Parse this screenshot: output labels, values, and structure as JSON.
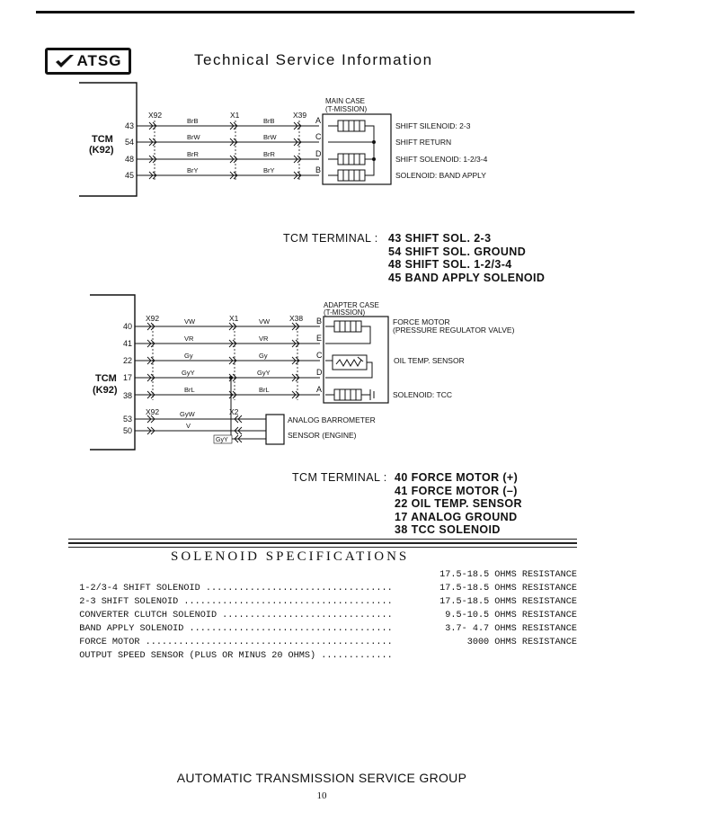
{
  "header": {
    "logo_text": "ATSG",
    "title": "Technical Service Information"
  },
  "diagram1": {
    "tcm_line1": "TCM",
    "tcm_line2": "(K92)",
    "connectors": [
      "X92",
      "X1",
      "X39"
    ],
    "case_label1": "MAIN CASE",
    "case_label2": "(T-MISSION)",
    "rows": [
      {
        "pin": "43",
        "wire": "BrB",
        "letter": "A",
        "desc": "SHIFT SILENOID: 2-3"
      },
      {
        "pin": "54",
        "wire": "BrW",
        "letter": "C",
        "desc": "SHIFT RETURN"
      },
      {
        "pin": "48",
        "wire": "BrR",
        "letter": "D",
        "desc": "SHIFT SOLENOID: 1-2/3-4"
      },
      {
        "pin": "45",
        "wire": "BrY",
        "letter": "B",
        "desc": "SOLENOID: BAND APPLY"
      }
    ]
  },
  "terminal1": {
    "label": "TCM TERMINAL :",
    "lines": [
      "43 SHIFT SOL. 2-3",
      "54 SHIFT SOL. GROUND",
      "48 SHIFT SOL. 1-2/3-4",
      "45 BAND APPLY SOLENOID"
    ]
  },
  "diagram2": {
    "tcm_line1": "TCM",
    "tcm_line2": "(K92)",
    "connectors": [
      "X92",
      "X1",
      "X38"
    ],
    "case_label1": "ADAPTER CASE",
    "case_label2": "(T-MISSION)",
    "rows": [
      {
        "pin": "40",
        "wire": "VW",
        "letter": "B"
      },
      {
        "pin": "41",
        "wire": "VR",
        "letter": "E"
      },
      {
        "pin": "22",
        "wire": "Gy",
        "letter": "C"
      },
      {
        "pin": "17",
        "wire": "GyY",
        "letter": "D"
      },
      {
        "pin": "38",
        "wire": "BrL",
        "letter": "A"
      }
    ],
    "desc_force1": "FORCE MOTOR",
    "desc_force2": "(PRESSURE REGULATOR VALVE)",
    "desc_temp": "OIL TEMP. SENSOR",
    "desc_tcc": "SOLENOID: TCC",
    "baro_connectors": [
      "X92",
      "X2"
    ],
    "baro_rows": [
      {
        "pin": "53",
        "wire": "GyW"
      },
      {
        "pin": "50",
        "wire": "V"
      }
    ],
    "baro_tap_wire": "GyY",
    "baro_label1": "ANALOG BARROMETER",
    "baro_label2": "SENSOR (ENGINE)"
  },
  "terminal2": {
    "label": "TCM TERMINAL :",
    "lines": [
      "40 FORCE MOTOR (+)",
      "41 FORCE MOTOR (–)",
      "22 OIL TEMP. SENSOR",
      "17 ANALOG GROUND",
      "38 TCC SOLENOID"
    ]
  },
  "specs": {
    "title": "SOLENOID SPECIFICATIONS",
    "rows": [
      {
        "left": "1-2/3-4 SHIFT SOLENOID ..................................",
        "right": "17.5-18.5 OHMS RESISTANCE"
      },
      {
        "left": "2-3 SHIFT SOLENOID ......................................",
        "right": "17.5-18.5 OHMS RESISTANCE"
      },
      {
        "left": "CONVERTER CLUTCH SOLENOID ...............................",
        "right": "17.5-18.5 OHMS RESISTANCE"
      },
      {
        "left": "BAND APPLY SOLENOID .....................................",
        "right": "9.5-10.5 OHMS RESISTANCE"
      },
      {
        "left": "FORCE MOTOR .............................................",
        "right": "3.7- 4.7 OHMS RESISTANCE"
      },
      {
        "left": "OUTPUT SPEED SENSOR (PLUS OR MINUS 20 OHMS) .............",
        "right": "3000 OHMS RESISTANCE"
      }
    ]
  },
  "footer": {
    "org": "AUTOMATIC TRANSMISSION SERVICE GROUP",
    "page": "10"
  }
}
